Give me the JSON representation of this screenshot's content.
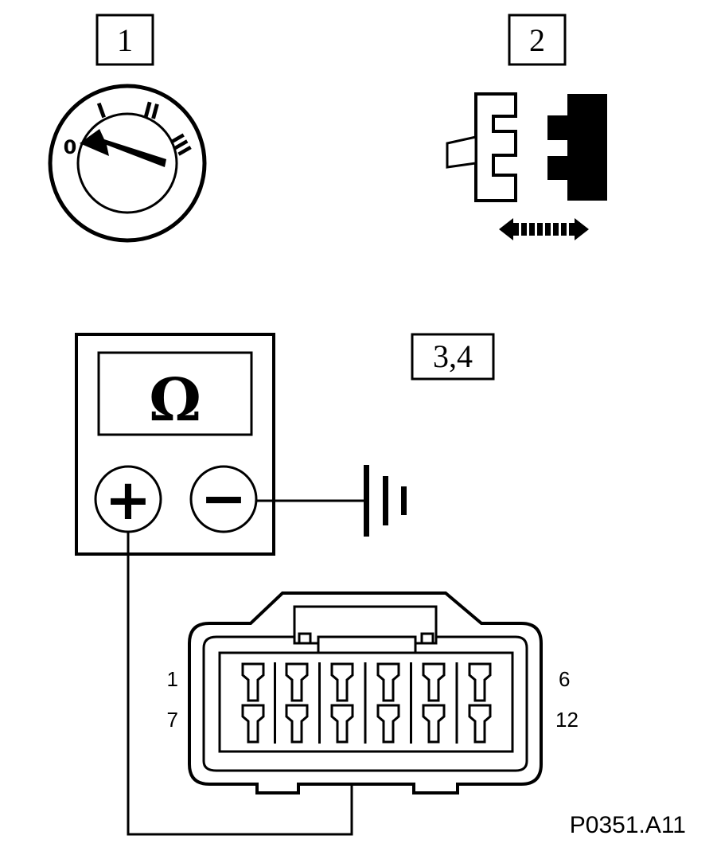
{
  "steps": {
    "step1": "1",
    "step2": "2",
    "step34": "3,4"
  },
  "ignition": {
    "positions": [
      "0",
      "I",
      "II",
      "III"
    ]
  },
  "meter": {
    "unit": "Ω",
    "plus": "+",
    "minus": "−"
  },
  "connector": {
    "pin_top_left": "1",
    "pin_top_right": "6",
    "pin_bottom_left": "7",
    "pin_bottom_right": "12"
  },
  "reference": "P0351.A11"
}
